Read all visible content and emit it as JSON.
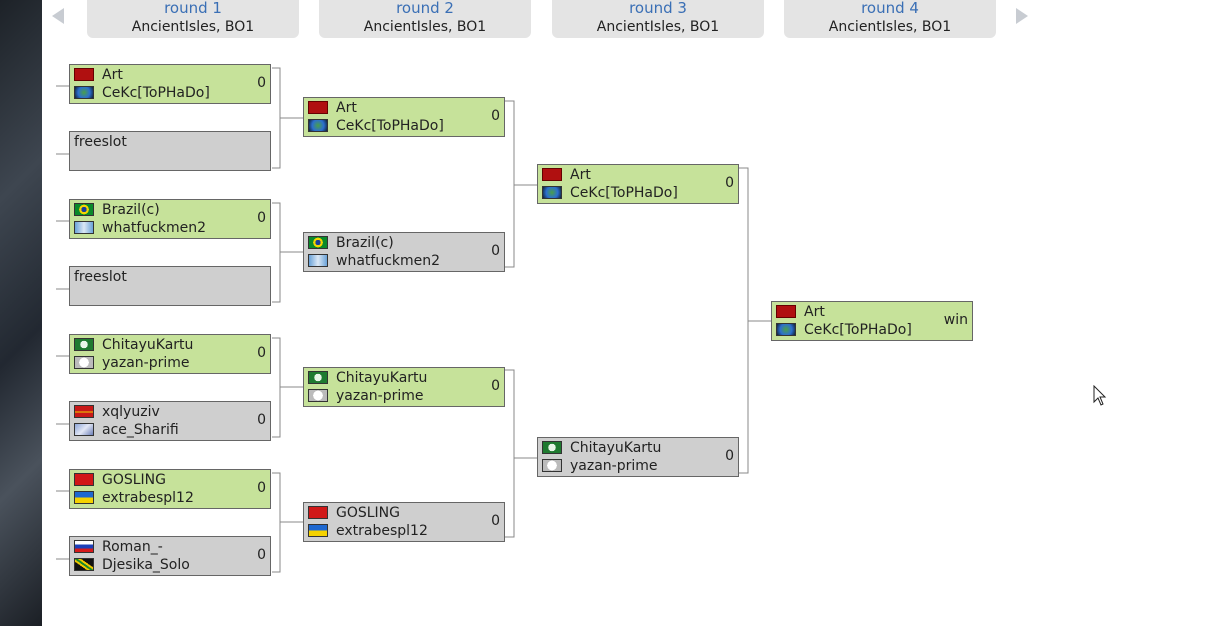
{
  "nav": {
    "prev": "previous-rounds",
    "next": "next-rounds"
  },
  "rounds": [
    {
      "title": "round 1",
      "sub": "AncientIsles, BO1"
    },
    {
      "title": "round 2",
      "sub": "AncientIsles, BO1"
    },
    {
      "title": "round 3",
      "sub": "AncientIsles, BO1"
    },
    {
      "title": "round 4",
      "sub": "AncientIsles, BO1"
    }
  ],
  "matches": {
    "r1m1": {
      "p1": "Art",
      "p2": "CeKc[ToPHaDo]",
      "score": "0"
    },
    "r1m2": {
      "text": "freeslot"
    },
    "r1m3": {
      "p1": "Brazil(c)",
      "p2": "whatfuckmen2",
      "score": "0"
    },
    "r1m4": {
      "text": "freeslot"
    },
    "r1m5": {
      "p1": "ChitayuKartu",
      "p2": "yazan-prime",
      "score": "0"
    },
    "r1m6": {
      "p1": "xqlyuziv",
      "p2": "ace_Sharifi",
      "score": "0"
    },
    "r1m7": {
      "p1": "GOSLING",
      "p2": "extrabespl12",
      "score": "0"
    },
    "r1m8": {
      "p1": "Roman_-",
      "p2": "Djesika_Solo",
      "score": "0"
    },
    "r2m1": {
      "p1": "Art",
      "p2": "CeKc[ToPHaDo]",
      "score": "0"
    },
    "r2m2": {
      "p1": "Brazil(c)",
      "p2": "whatfuckmen2",
      "score": "0"
    },
    "r2m3": {
      "p1": "ChitayuKartu",
      "p2": "yazan-prime",
      "score": "0"
    },
    "r2m4": {
      "p1": "GOSLING",
      "p2": "extrabespl12",
      "score": "0"
    },
    "r3m1": {
      "p1": "Art",
      "p2": "CeKc[ToPHaDo]",
      "score": "0"
    },
    "r3m2": {
      "p1": "ChitayuKartu",
      "p2": "yazan-prime",
      "score": "0"
    },
    "r4m1": {
      "p1": "Art",
      "p2": "CeKc[ToPHaDo]",
      "score": "win"
    }
  },
  "icons": {
    "art": "red-clan-emblem-icon",
    "cekc": "earth-globe-icon",
    "brazil": "brazil-flag-icon",
    "whatfuckmen2": "angel-wings-icon",
    "chitayukartu": "green-clan-emblem-icon",
    "yazan": "white-ball-icon",
    "xqlyuziv": "superman-emblem-icon",
    "ace": "anime-avatar-icon",
    "gosling": "ussr-flag-icon",
    "extrabespl12": "ukraine-flag-icon",
    "roman": "russia-flag-icon",
    "djesika": "jamaica-flag-icon"
  },
  "colors": {
    "winner_bg": "#c6e29a",
    "loser_bg": "#cfcfcf",
    "round_title": "#3a6fb5"
  }
}
